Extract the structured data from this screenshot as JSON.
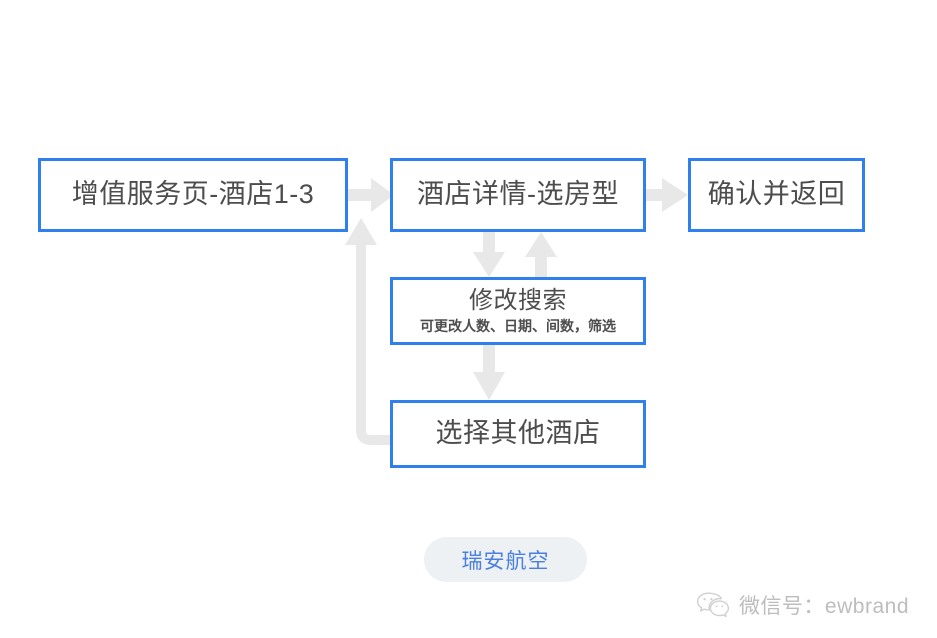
{
  "diagram": {
    "type": "flowchart",
    "background_color": "#ffffff",
    "node_border_color": "#2f80ed",
    "node_text_color": "#4d4d4d",
    "connector_color": "#e8e8e8",
    "nodes": [
      {
        "id": "node-1",
        "title": "增值服务页-酒店1-3",
        "subtitle": ""
      },
      {
        "id": "node-2",
        "title": "酒店详情-选房型",
        "subtitle": ""
      },
      {
        "id": "node-3",
        "title": "确认并返回",
        "subtitle": ""
      },
      {
        "id": "node-4",
        "title": "修改搜索",
        "subtitle": "可更改人数、日期、间数，筛选"
      },
      {
        "id": "node-5",
        "title": "选择其他酒店",
        "subtitle": ""
      }
    ],
    "connectors": [
      {
        "from": "node-1",
        "to": "node-2",
        "direction": "right"
      },
      {
        "from": "node-2",
        "to": "node-3",
        "direction": "right"
      },
      {
        "from": "node-2",
        "to": "node-4",
        "direction": "down"
      },
      {
        "from": "node-4",
        "to": "node-2",
        "direction": "up"
      },
      {
        "from": "node-4",
        "to": "node-5",
        "direction": "down"
      },
      {
        "from": "node-5",
        "to": "node-2",
        "direction": "elbow-left-up"
      }
    ]
  },
  "brand": {
    "label": "瑞安航空",
    "text_color": "#4a7fe0",
    "pill_color": "#eef1f4"
  },
  "watermark": {
    "icon": "wechat-icon",
    "label": "微信号：ewbrand",
    "text_color": "#bdbdbd"
  }
}
